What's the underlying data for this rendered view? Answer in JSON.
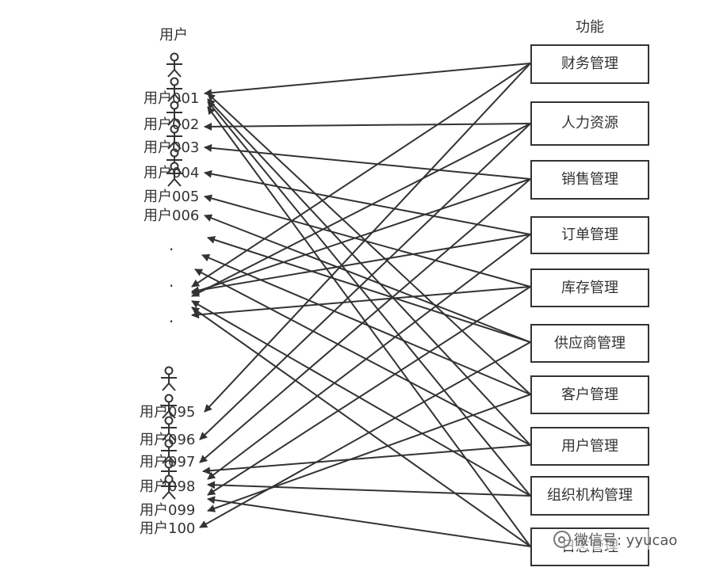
{
  "titles": {
    "users": "用户",
    "functions": "功能"
  },
  "users_top": [
    "用户001",
    "用户002",
    "用户003",
    "用户004",
    "用户005",
    "用户006"
  ],
  "ellipsis": [
    "·",
    "·",
    "·"
  ],
  "users_bottom": [
    "用户095",
    "用户096",
    "用户097",
    "用户098",
    "用户099",
    "用户100"
  ],
  "functions": [
    "财务管理",
    "人力资源",
    "销售管理",
    "订单管理",
    "库存管理",
    "供应商管理",
    "客户管理",
    "用户管理",
    "组织机构管理",
    "日志管理"
  ],
  "watermark": "微信号: yyucao",
  "colors": {
    "line": "#333333",
    "text": "#333333",
    "box_border": "#333333"
  }
}
